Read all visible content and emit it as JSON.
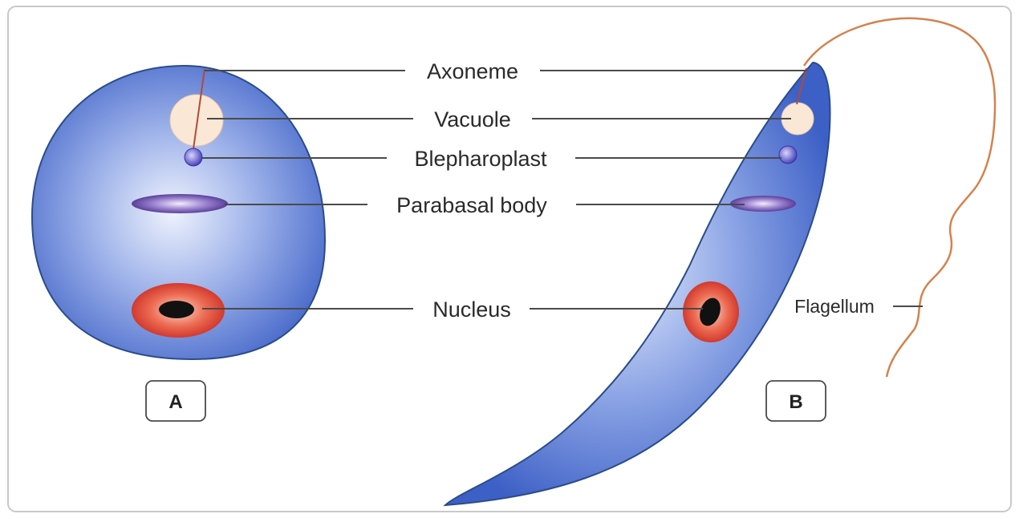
{
  "diagram": {
    "labels": {
      "axoneme": "Axoneme",
      "vacuole": "Vacuole",
      "blepharoplast": "Blepharoplast",
      "parabasal_body": "Parabasal body",
      "nucleus": "Nucleus",
      "flagellum": "Flagellum"
    },
    "panels": {
      "a": "A",
      "b": "B"
    },
    "colors": {
      "cell_fill_light": "#e6ecfb",
      "cell_fill_dark": "#3f63c8",
      "cell_outline": "#2b4c8a",
      "vacuole": "#fbe7d6",
      "blepharoplast": "#5a55c9",
      "parabasal_body": "#7a5fb5",
      "nucleus_ring": "#e0503f",
      "nucleus_core": "#111111",
      "flagellum": "#d4824f",
      "axoneme": "#b04a3a"
    }
  }
}
